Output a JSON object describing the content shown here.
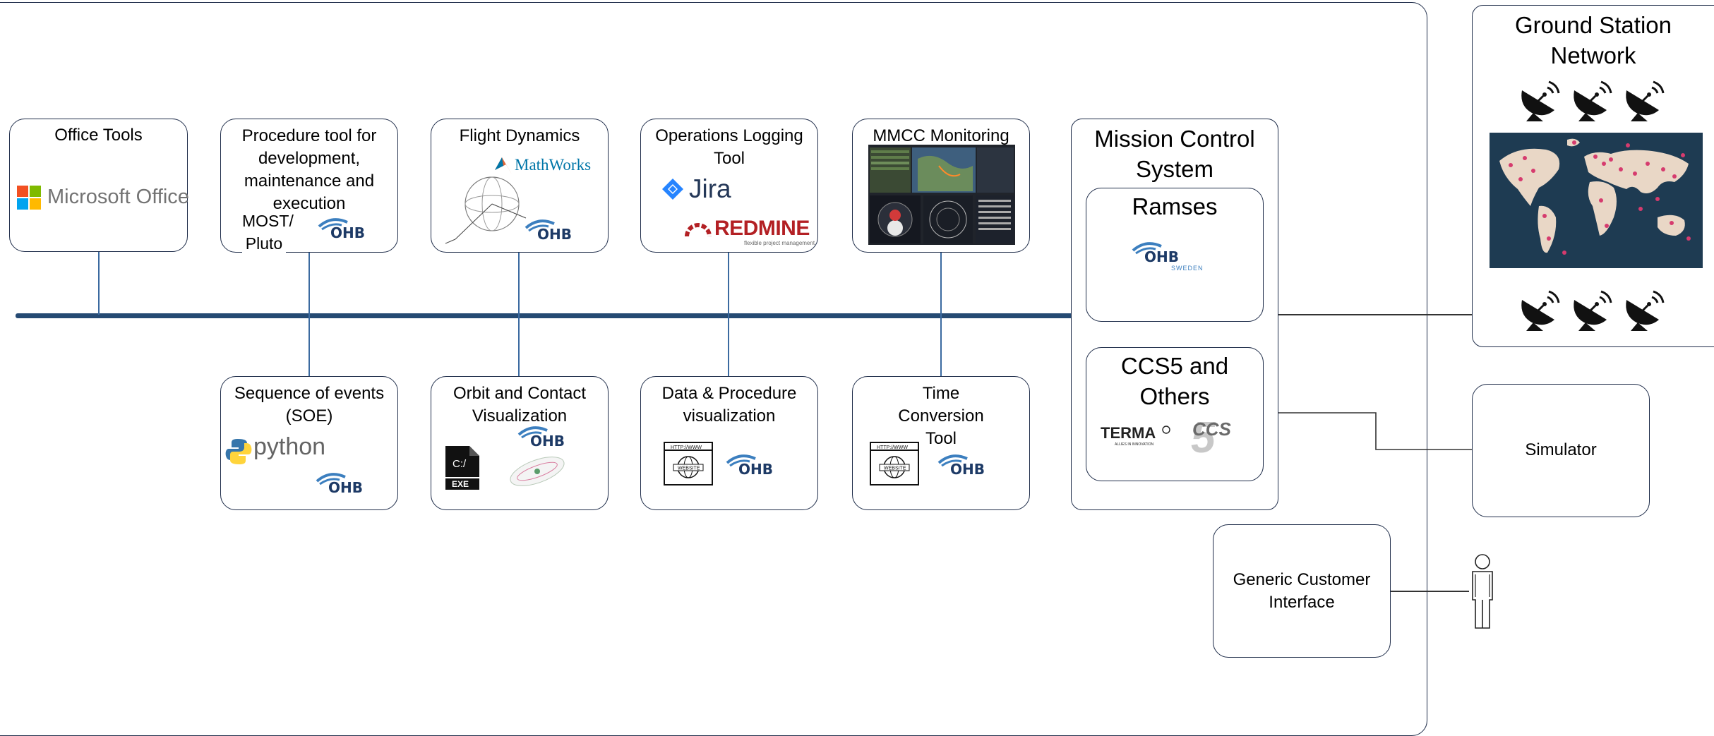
{
  "office_tools": {
    "label": "Office Tools",
    "logo": "Microsoft Office"
  },
  "procedure_tool": {
    "label": "Procedure tool for development, maintenance and execution",
    "sublabel": "MOST/ Pluto",
    "logo": "OHB"
  },
  "flight_dynamics": {
    "label": "Flight Dynamics",
    "logo_mathworks": "MathWorks",
    "logo": "OHB"
  },
  "ops_logging": {
    "label": "Operations Logging Tool",
    "logo_jira": "Jira",
    "logo_redmine": "REDMINE",
    "redmine_tagline": "flexible project management"
  },
  "mmcc": {
    "label": "MMCC Monitoring"
  },
  "soe": {
    "label": "Sequence of events (SOE)",
    "logo_python": "python",
    "logo": "OHB"
  },
  "orbit_viz": {
    "label": "Orbit and Contact Visualization",
    "logo": "OHB",
    "exe_text": "EXE",
    "exe_prompt": "C:/"
  },
  "data_proc_viz": {
    "label": "Data & Procedure visualization",
    "logo": "OHB",
    "web_url": "HTTP://WWW",
    "web_label": "WEBSITE"
  },
  "time_conv": {
    "label": "Time Conversion Tool",
    "logo": "OHB",
    "web_url": "HTTP://WWW",
    "web_label": "WEBSITE"
  },
  "mcs": {
    "title": "Mission Control System",
    "ramses": {
      "label": "Ramses",
      "logo": "OHB",
      "logo_sub": "SWEDEN"
    },
    "ccs5": {
      "label": "CCS5 and Others",
      "logo_terma": "TERMA",
      "terma_tagline": "ALLIES IN INNOVATION",
      "logo_ccs": "CCS",
      "logo_ccs_num": "5"
    }
  },
  "ground_station": {
    "title": "Ground Station Network"
  },
  "simulator": {
    "label": "Simulator"
  },
  "customer_interface": {
    "label": "Generic Customer Interface"
  },
  "colors": {
    "bus": "#254a73",
    "connector": "#3b6aa0",
    "ohb_blue": "#1d3a66",
    "map_bg": "#1e3b52",
    "map_land": "#e9d7c6",
    "pin": "#d63b6e"
  },
  "icons": [
    "microsoft-office-logo",
    "ohb-logo",
    "mathworks-logo",
    "jira-logo",
    "redmine-logo",
    "python-logo",
    "exe-file-icon",
    "website-icon",
    "satellite-dish-icon",
    "world-map",
    "person-icon"
  ]
}
